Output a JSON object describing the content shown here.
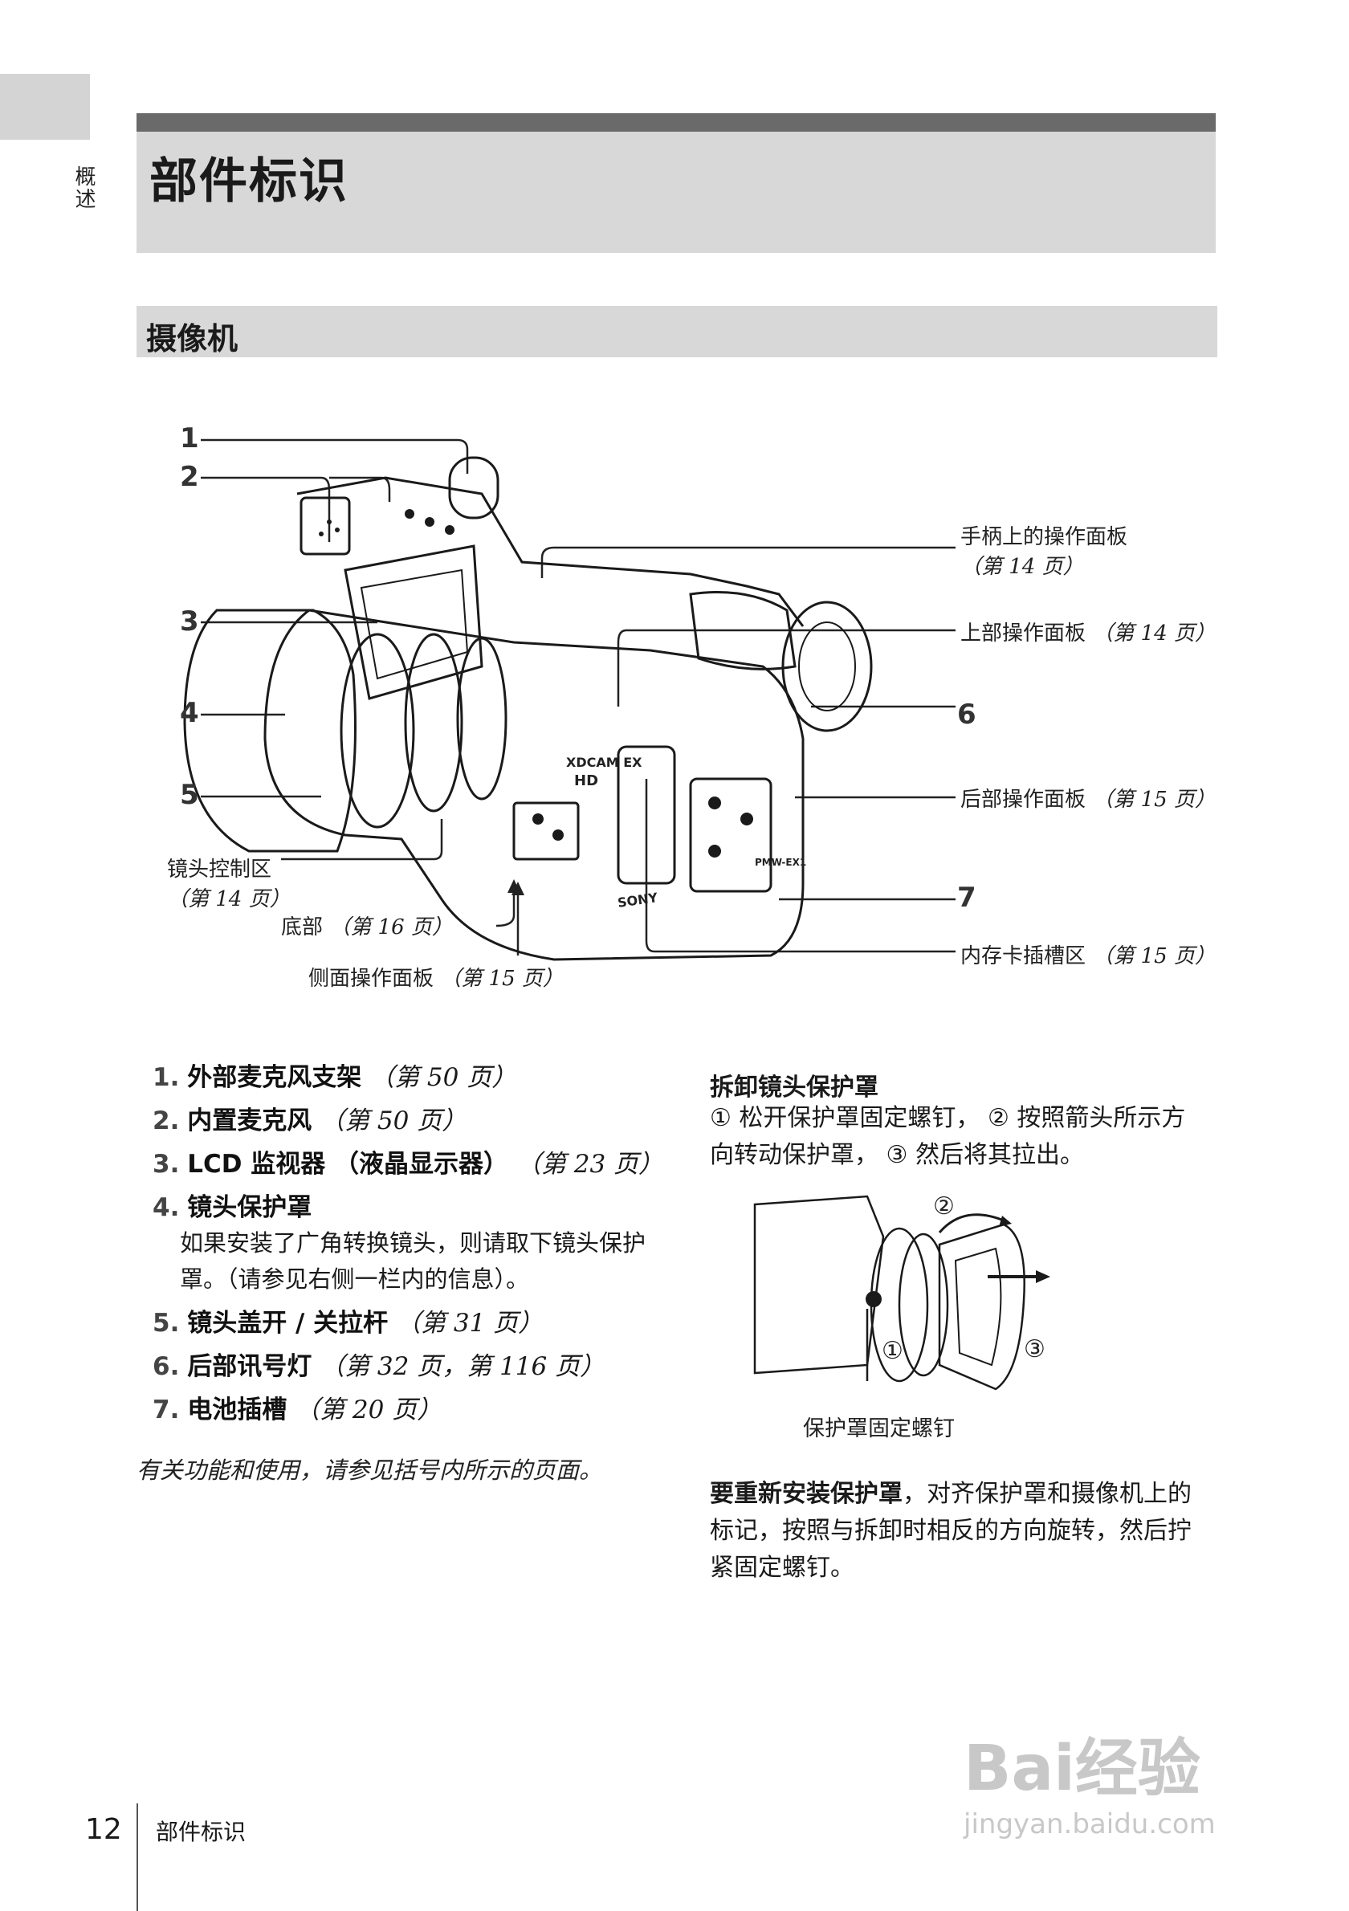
{
  "sidebar": {
    "tab_label": "概述"
  },
  "header": {
    "title": "部件标识"
  },
  "section": {
    "title": "摄像机"
  },
  "figure": {
    "numbers": [
      "1",
      "2",
      "3",
      "4",
      "5",
      "6",
      "7"
    ],
    "callouts": {
      "handle_panel": {
        "label": "手柄上的操作面板",
        "ref": "（第 14 页）"
      },
      "upper_panel": {
        "label": "上部操作面板",
        "ref": "（第 14 页）"
      },
      "rear_panel": {
        "label": "后部操作面板",
        "ref": "（第 15 页）"
      },
      "memory_slot": {
        "label": "内存卡插槽区",
        "ref": "（第 15 页）"
      },
      "lens_control": {
        "label": "镜头控制区",
        "ref": "（第 14 页）"
      },
      "bottom": {
        "label": "底部",
        "ref": "（第 16 页）"
      },
      "side_panel": {
        "label": "侧面操作面板",
        "ref": "（第 15 页）"
      }
    },
    "camera_text": {
      "xdcam": "XDCAM EX",
      "hd": "HD",
      "brand": "SONY",
      "model": "PMW-EX1"
    }
  },
  "parts": [
    {
      "n": "1.",
      "name": "外部麦克风支架",
      "ref": "（第 50 页）"
    },
    {
      "n": "2.",
      "name": "内置麦克风",
      "ref": "（第 50 页）"
    },
    {
      "n": "3.",
      "name": "LCD 监视器 （液晶显示器）",
      "ref": "（第 23 页）"
    },
    {
      "n": "4.",
      "name": "镜头保护罩",
      "ref": "",
      "desc": "如果安装了广角转换镜头，则请取下镜头保护罩。（请参见右侧一栏内的信息）。"
    },
    {
      "n": "5.",
      "name": "镜头盖开 / 关拉杆",
      "ref": "（第 31 页）"
    },
    {
      "n": "6.",
      "name": "后部讯号灯",
      "ref": "（第 32 页，第 116 页）"
    },
    {
      "n": "7.",
      "name": "电池插槽",
      "ref": "（第 20 页）"
    }
  ],
  "note": "有关功能和使用，请参见括号内所示的页面。",
  "remove_hood": {
    "heading": "拆卸镜头保护罩",
    "body": "① 松开保护罩固定螺钉， ② 按照箭头所示方向转动保护罩， ③ 然后将其拉出。",
    "markers": [
      "①",
      "②",
      "③"
    ],
    "caption": "保护罩固定螺钉"
  },
  "reattach": {
    "lead": "要重新安装保护罩",
    "body": "，对齐保护罩和摄像机上的标记，按照与拆卸时相反的方向旋转，然后拧紧固定螺钉。"
  },
  "footer": {
    "page_number": "12",
    "section": "部件标识"
  },
  "watermark": {
    "text": "Bai经验",
    "url": "jingyan.baidu.com"
  }
}
